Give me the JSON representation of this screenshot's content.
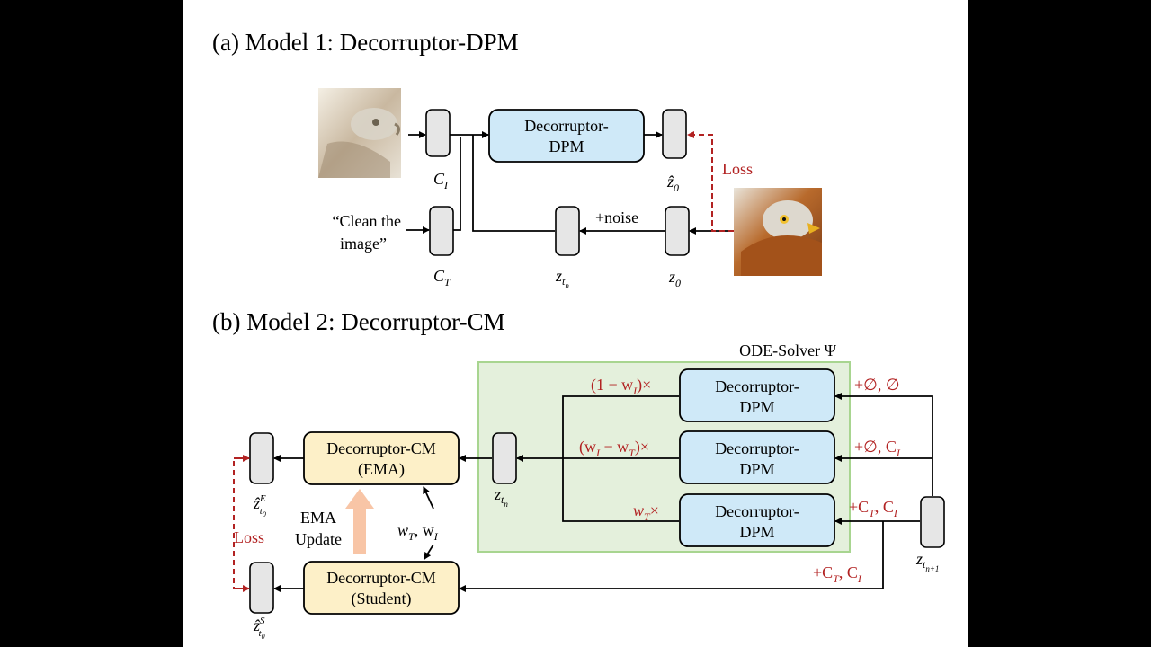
{
  "section_a": {
    "title": "(a) Model 1: Decorruptor-DPM",
    "block_line1": "Decorruptor-",
    "block_line2": "DPM",
    "label_ci": "C",
    "label_ci_sub": "I",
    "label_ct": "C",
    "label_ct_sub": "T",
    "label_z0hat": "ẑ",
    "label_z0hat_sub": "0",
    "label_z0": "z",
    "label_z0_sub": "0",
    "label_ztn": "z",
    "label_ztn_sub": "t",
    "label_ztn_subsub": "n",
    "text_prompt_line1": "“Clean the",
    "text_prompt_line2": "image”",
    "noise": "+noise",
    "loss": "Loss"
  },
  "section_b": {
    "title": "(b) Model 2: Decorruptor-CM",
    "ode_solver": "ODE-Solver Ψ",
    "dpm_line1": "Decorruptor-",
    "dpm_line2": "DPM",
    "coef_top": "(1 − w",
    "coef_top_sub": "I",
    "coef_top_end": ")×",
    "coef_mid": "(w",
    "coef_mid_sub1": "I",
    "coef_mid_minus": " − w",
    "coef_mid_sub2": "T",
    "coef_mid_end": ")×",
    "coef_bot": "w",
    "coef_bot_sub": "T",
    "coef_bot_end": "×",
    "cond_top": "+∅, ∅",
    "cond_mid": "+∅, C",
    "cond_mid_sub": "I",
    "cond_bot_a": "+C",
    "cond_bot_a_sub": "T",
    "cond_bot_b": ", C",
    "cond_bot_b_sub": "I",
    "cond_student_a": "+C",
    "cond_student_a_sub": "T",
    "cond_student_b": ", C",
    "cond_student_b_sub": "I",
    "cm_ema_line1": "Decorruptor-CM",
    "cm_ema_line2": "(EMA)",
    "cm_student_line1": "Decorruptor-CM",
    "cm_student_line2": "(Student)",
    "ema_update_line1": "EMA",
    "ema_update_line2": "Update",
    "weights": "w",
    "weights_sub1": "T",
    "weights_sep": ", w",
    "weights_sub2": "I",
    "loss": "Loss",
    "label_ztn": "z",
    "label_ztn_sub": "t",
    "label_ztn_subsub": "n",
    "label_ztn1": "z",
    "label_ztn1_sub": "t",
    "label_ztn1_subsub": "n+1",
    "label_zE": "ẑ",
    "label_zE_sup": "E",
    "label_zE_sub": "t",
    "label_zE_subsub": "0",
    "label_zS": "ẑ",
    "label_zS_sup": "S",
    "label_zS_sub": "t",
    "label_zS_subsub": "0"
  },
  "colors": {
    "dpm_fill": "#cfe9f8",
    "cm_fill": "#fdf0c8",
    "ode_fill": "#e4f0dc",
    "ode_border": "#a8d590",
    "loss_red": "#b22222",
    "ema_arrow": "#f8c5a6"
  }
}
